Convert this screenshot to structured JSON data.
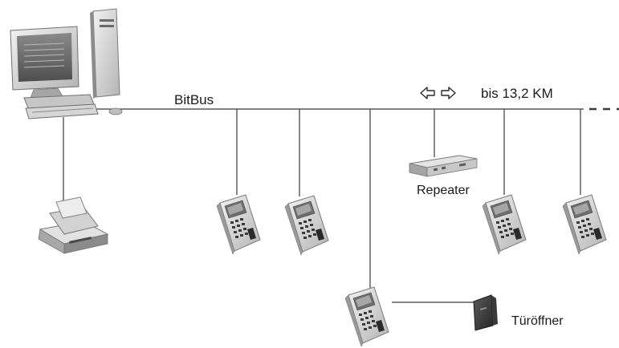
{
  "labels": {
    "bus": "BitBus",
    "distance": "bis 13,2 KM",
    "repeater": "Repeater",
    "door_opener": "Türöffner"
  },
  "icons": {
    "computer": "desktop-computer-icon",
    "printer": "printer-icon",
    "terminal": "access-terminal-icon",
    "repeater": "repeater-device-icon",
    "door_opener": "door-opener-icon",
    "direction": "double-arrow-icon"
  },
  "colors": {
    "line": "#3a3a3a",
    "device_light": "#e4e4e4",
    "device_mid": "#b8b8b8",
    "device_dark": "#6a6a6a"
  }
}
